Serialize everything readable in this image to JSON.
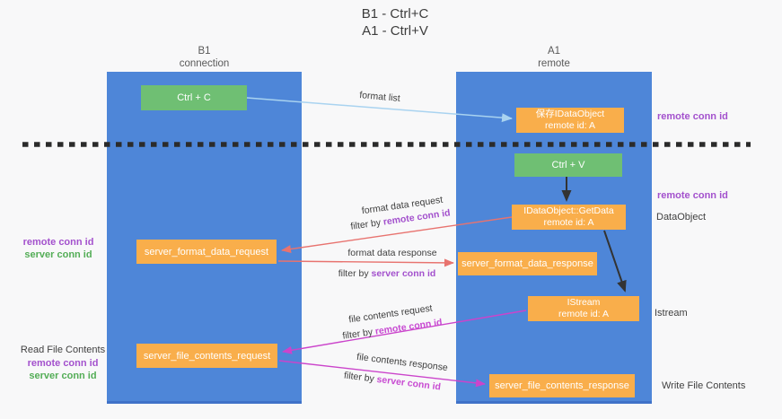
{
  "title": {
    "line1": "B1 - Ctrl+C",
    "line2": "A1 - Ctrl+V"
  },
  "lanes": {
    "b1": {
      "name": "B1",
      "role": "connection"
    },
    "a1": {
      "name": "A1",
      "role": "remote"
    }
  },
  "nodes": {
    "ctrl_c": {
      "label": "Ctrl + C"
    },
    "ctrl_v": {
      "label": "Ctrl + V"
    },
    "save_idataobject": {
      "line1": "保存IDataObject",
      "line2": "remote id: A"
    },
    "idataobject_getdata": {
      "line1": "IDataObject::GetData",
      "line2": "remote id: A"
    },
    "istream": {
      "line1": "IStream",
      "line2": "remote id: A"
    },
    "server_format_data_request": {
      "label": "server_format_data_request"
    },
    "server_format_data_response": {
      "label": "server_format_data_response"
    },
    "server_file_contents_request": {
      "label": "server_file_contents_request"
    },
    "server_file_contents_response": {
      "label": "server_file_contents_response"
    }
  },
  "labels": {
    "format_list": "format list",
    "format_data_request": "format data request",
    "format_data_response": "format data response",
    "file_contents_request": "file contents request",
    "file_contents_response": "file contents response",
    "filter_by": "filter by",
    "remote_conn_id": "remote conn id",
    "server_conn_id": "server conn id",
    "dataobject": "DataObject",
    "istream": "Istream",
    "read_file_contents": "Read File Contents",
    "write_file_contents": "Write File Contents"
  },
  "colors": {
    "lane_blue": "#4e86d8",
    "box_green": "#6fbf73",
    "box_orange": "#f9ae4b",
    "arrow_light_blue": "#a9d3f0",
    "arrow_red": "#e8736f",
    "arrow_magenta": "#cb44cb",
    "arrow_black": "#333333",
    "conn_id_purple": "#a351cd",
    "conn_id_green": "#53ad56",
    "dashed_line": "#2b2b2b"
  }
}
